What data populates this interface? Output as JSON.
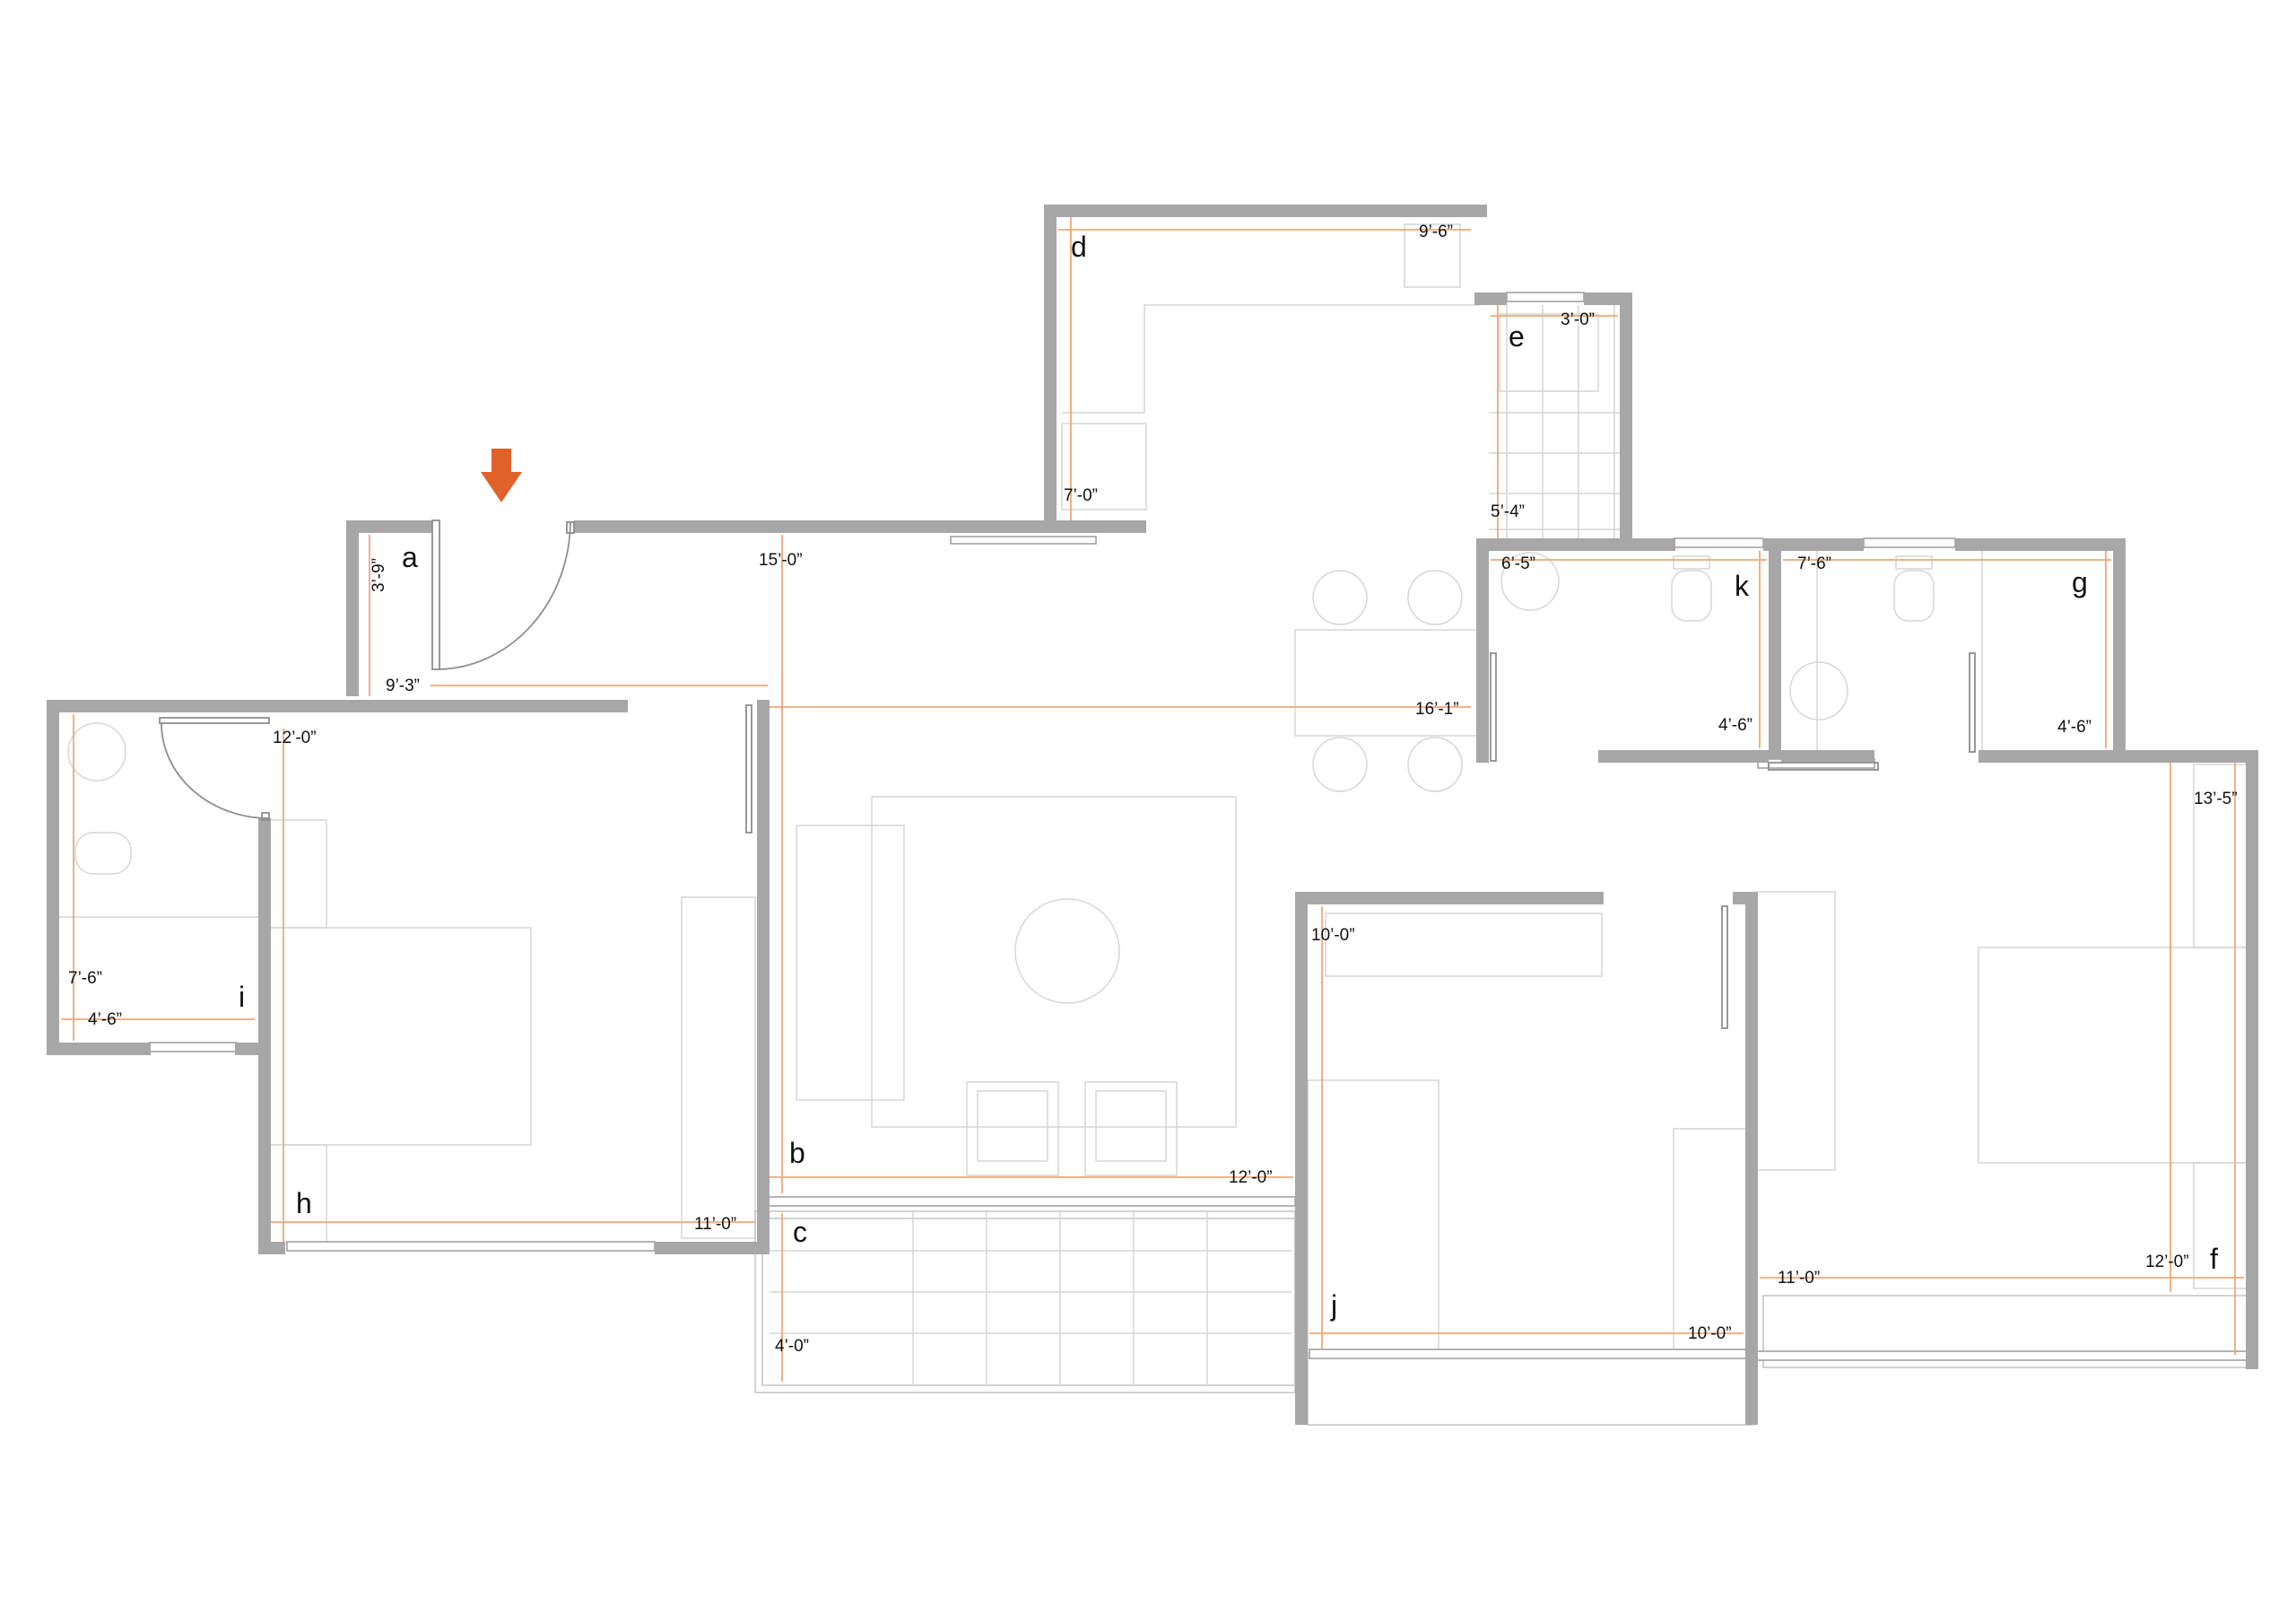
{
  "rooms": {
    "a": "a",
    "b": "b",
    "c": "c",
    "d": "d",
    "e": "e",
    "f": "f",
    "g": "g",
    "h": "h",
    "i": "i",
    "j": "j",
    "k": "k"
  },
  "dimensions": {
    "d_width": "9’-6”",
    "d_height": "7’-0”",
    "e_width": "3’-0”",
    "e_height": "5’-4”",
    "a_height": "3’-9”",
    "a_width": "9’-3”",
    "living_depth": "15’-0”",
    "dining_width": "16’-1”",
    "k_width": "6’-5”",
    "k_height": "4’-6”",
    "g_width": "7’-6”",
    "g_height": "4’-6”",
    "h_height": "12’-0”",
    "h_width": "11’-0”",
    "i_height": "7’-6”",
    "i_width": "4’-6”",
    "b_width": "12’-0”",
    "c_height": "4’-0”",
    "j_height": "10’-0”",
    "j_width": "10’-0”",
    "f_height_top": "13’-5”",
    "f_width": "11’-0”",
    "f_height": "12’-0”"
  },
  "colors": {
    "wall": "#a7a7a8",
    "dimension": "#f0a878",
    "entry_arrow": "#e0622a"
  },
  "icons": {
    "entry": "entry-arrow-icon"
  }
}
